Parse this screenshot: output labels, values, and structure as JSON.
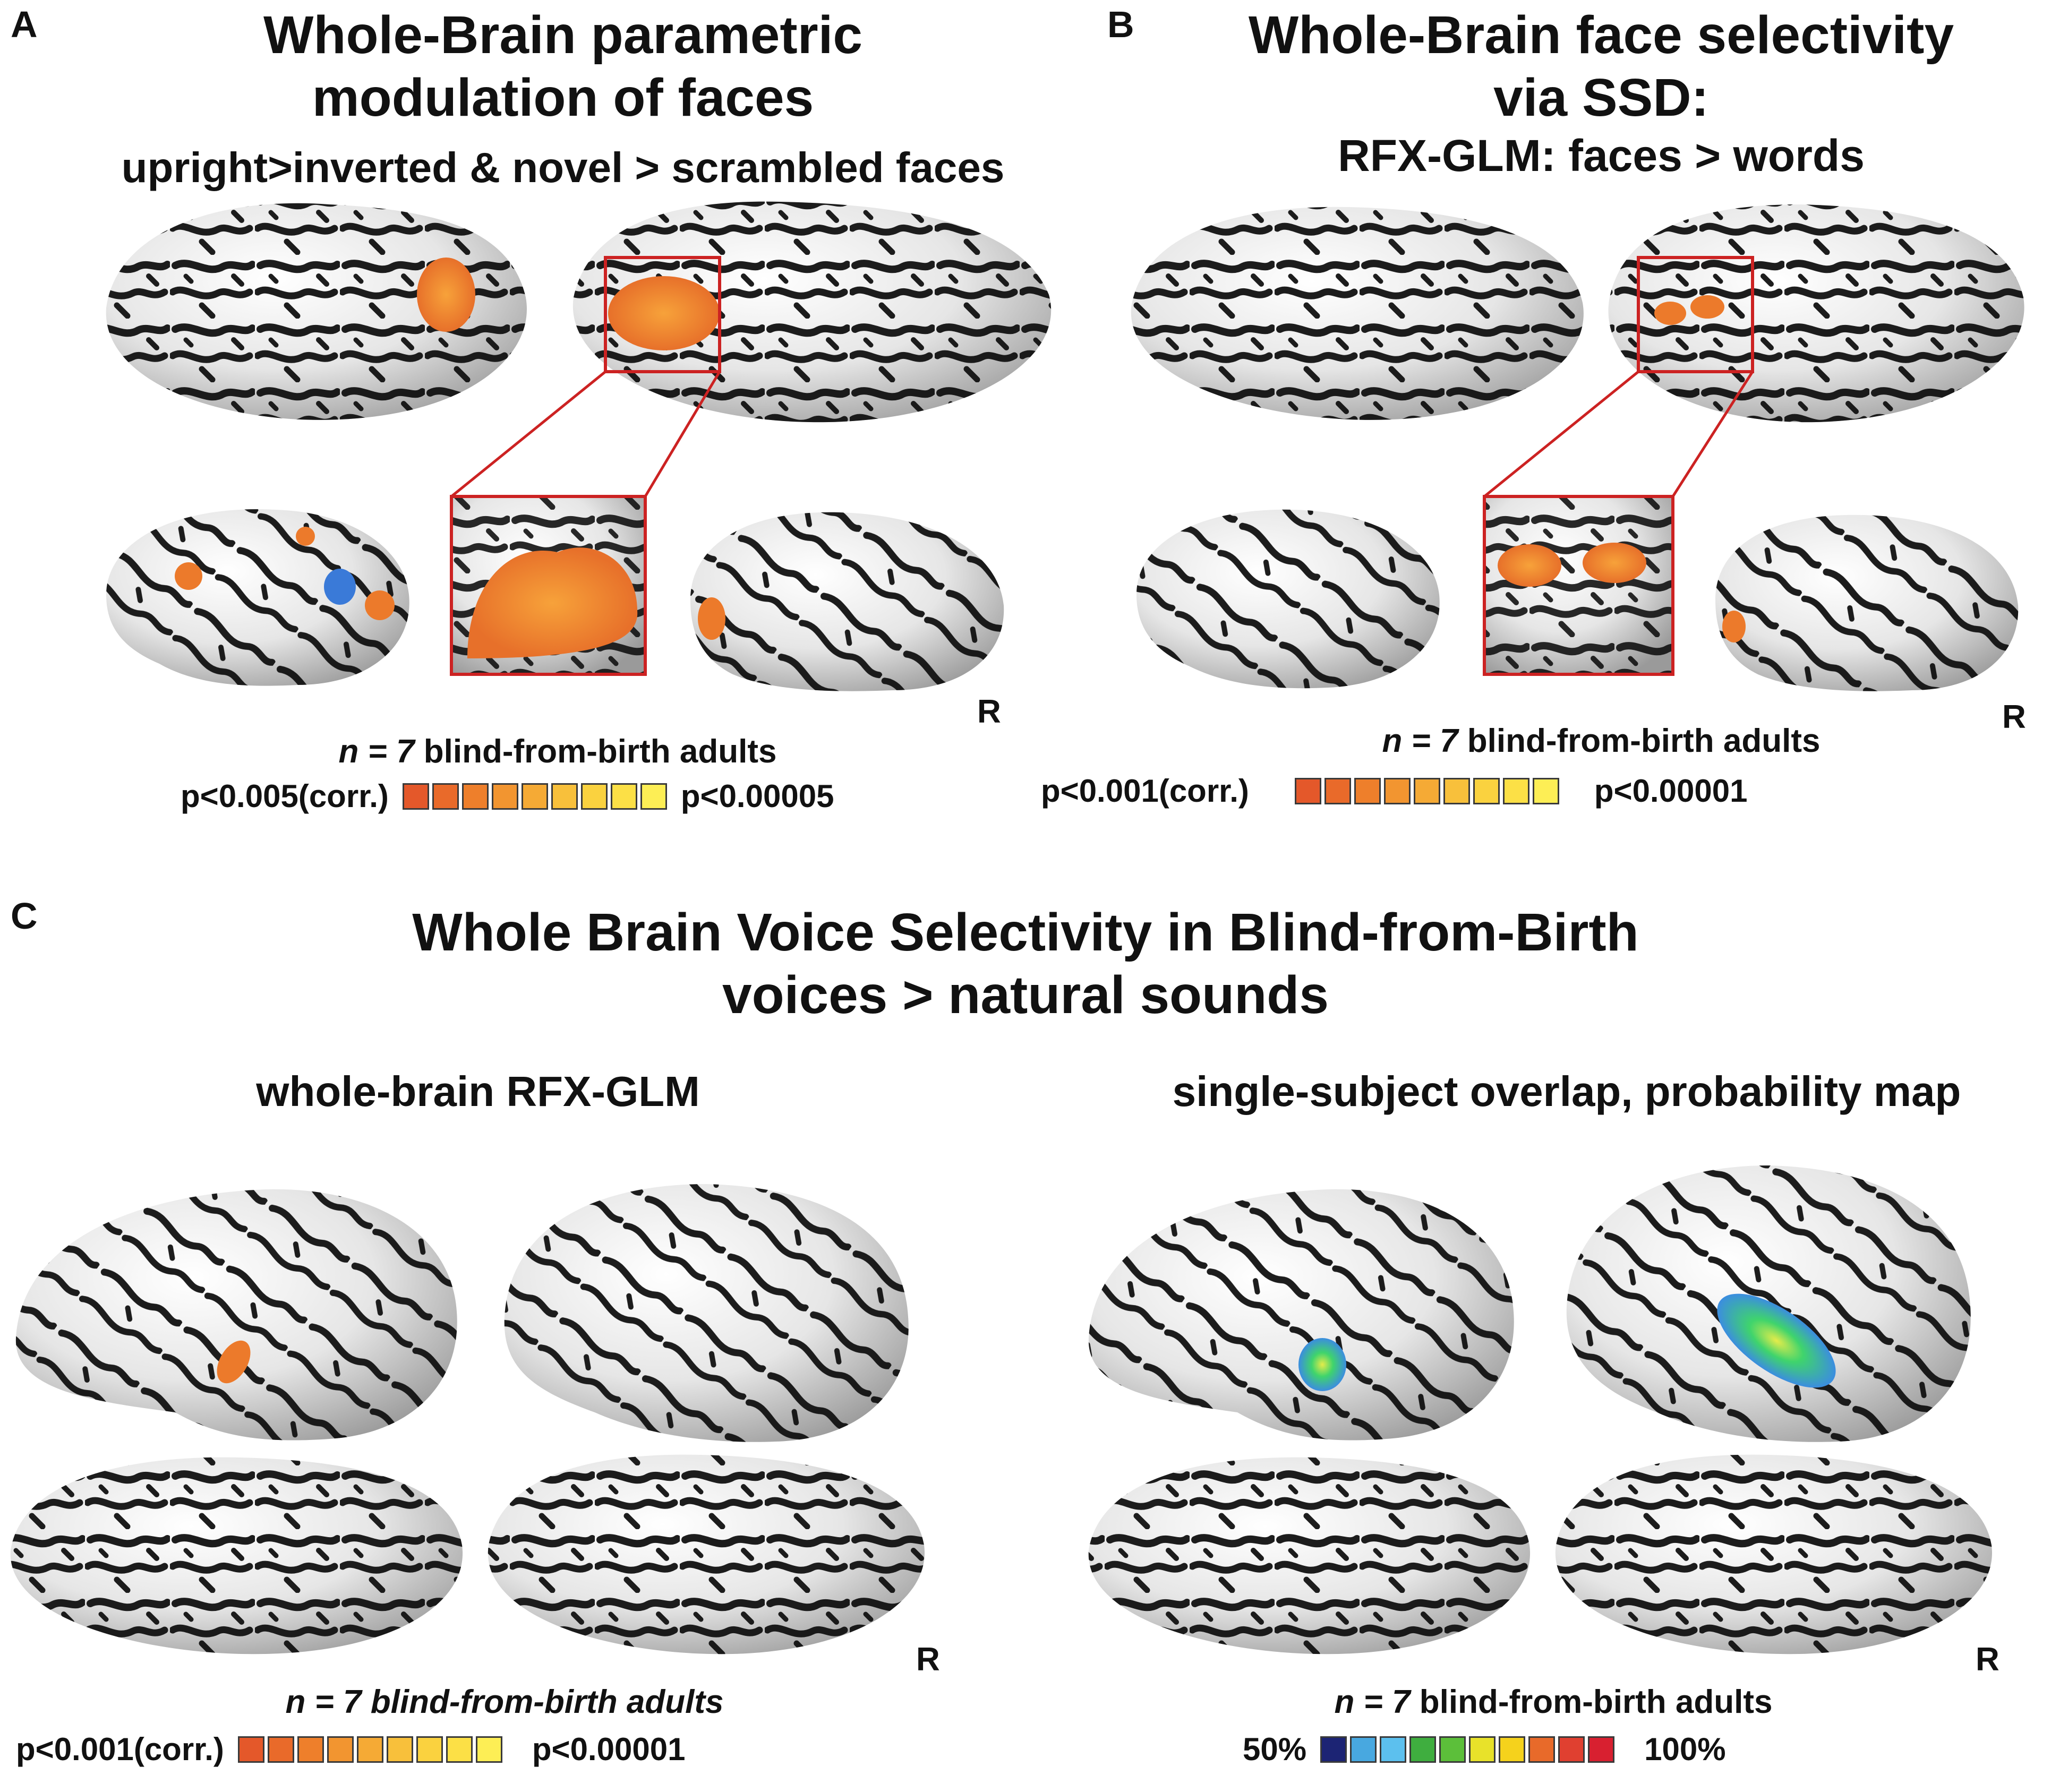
{
  "panelA": {
    "label": "A",
    "title_line1": "Whole-Brain parametric",
    "title_line2": "modulation of faces",
    "subtitle": "upright>inverted & novel > scrambled faces",
    "hemisphere_label": "R",
    "n_text": "n = 7",
    "n_suffix": " blind-from-birth adults",
    "scale_low": "p<0.005(corr.)",
    "scale_high": "p<0.00005",
    "scale_colors": [
      "#e4582a",
      "#e96a2a",
      "#ee7f2b",
      "#f29530",
      "#f5aa35",
      "#f8c03b",
      "#fad23f",
      "#fce046",
      "#fdee55"
    ]
  },
  "panelB": {
    "label": "B",
    "title_line1": "Whole-Brain face selectivity",
    "title_line2": "via SSD:",
    "subtitle": "RFX-GLM: faces > words",
    "hemisphere_label": "R",
    "n_text": "n = 7",
    "n_suffix": " blind-from-birth adults",
    "scale_low": "p<0.001(corr.)",
    "scale_high": "p<0.00001",
    "scale_colors": [
      "#e4582a",
      "#e96a2a",
      "#ee7f2b",
      "#f29530",
      "#f5aa35",
      "#f8c03b",
      "#fad23f",
      "#fce046",
      "#fdee55"
    ]
  },
  "panelC": {
    "label": "C",
    "title_line1": "Whole Brain Voice Selectivity in Blind-from-Birth",
    "title_line2": "voices > natural sounds",
    "left": {
      "subtitle": "whole-brain RFX-GLM",
      "hemisphere_label": "R",
      "n_text": "n = 7 blind-from-birth adults",
      "scale_low": "p<0.001(corr.)",
      "scale_high": "p<0.00001",
      "scale_colors": [
        "#e4582a",
        "#e96a2a",
        "#ee7f2b",
        "#f29530",
        "#f5aa35",
        "#f8c03b",
        "#fad23f",
        "#fce046",
        "#fdee55"
      ]
    },
    "right": {
      "subtitle": "single-subject overlap, probability map",
      "hemisphere_label": "R",
      "n_text": "n = 7",
      "n_suffix": " blind-from-birth adults",
      "scale_low": "50%",
      "scale_high": "100%",
      "scale_colors": [
        "#1c2474",
        "#48a8e0",
        "#5cc0ee",
        "#3fae3f",
        "#5cbf3a",
        "#e8e22a",
        "#f5d21c",
        "#e86a2a",
        "#e04030",
        "#d82030"
      ]
    }
  },
  "colors": {
    "activation_orange": "#f08a2c",
    "activation_blue": "#3a7ad8",
    "activation_green": "#3ed26e",
    "zoom_frame": "#cc2222",
    "gyri": "#f2f2f2",
    "sulci": "#111111"
  }
}
